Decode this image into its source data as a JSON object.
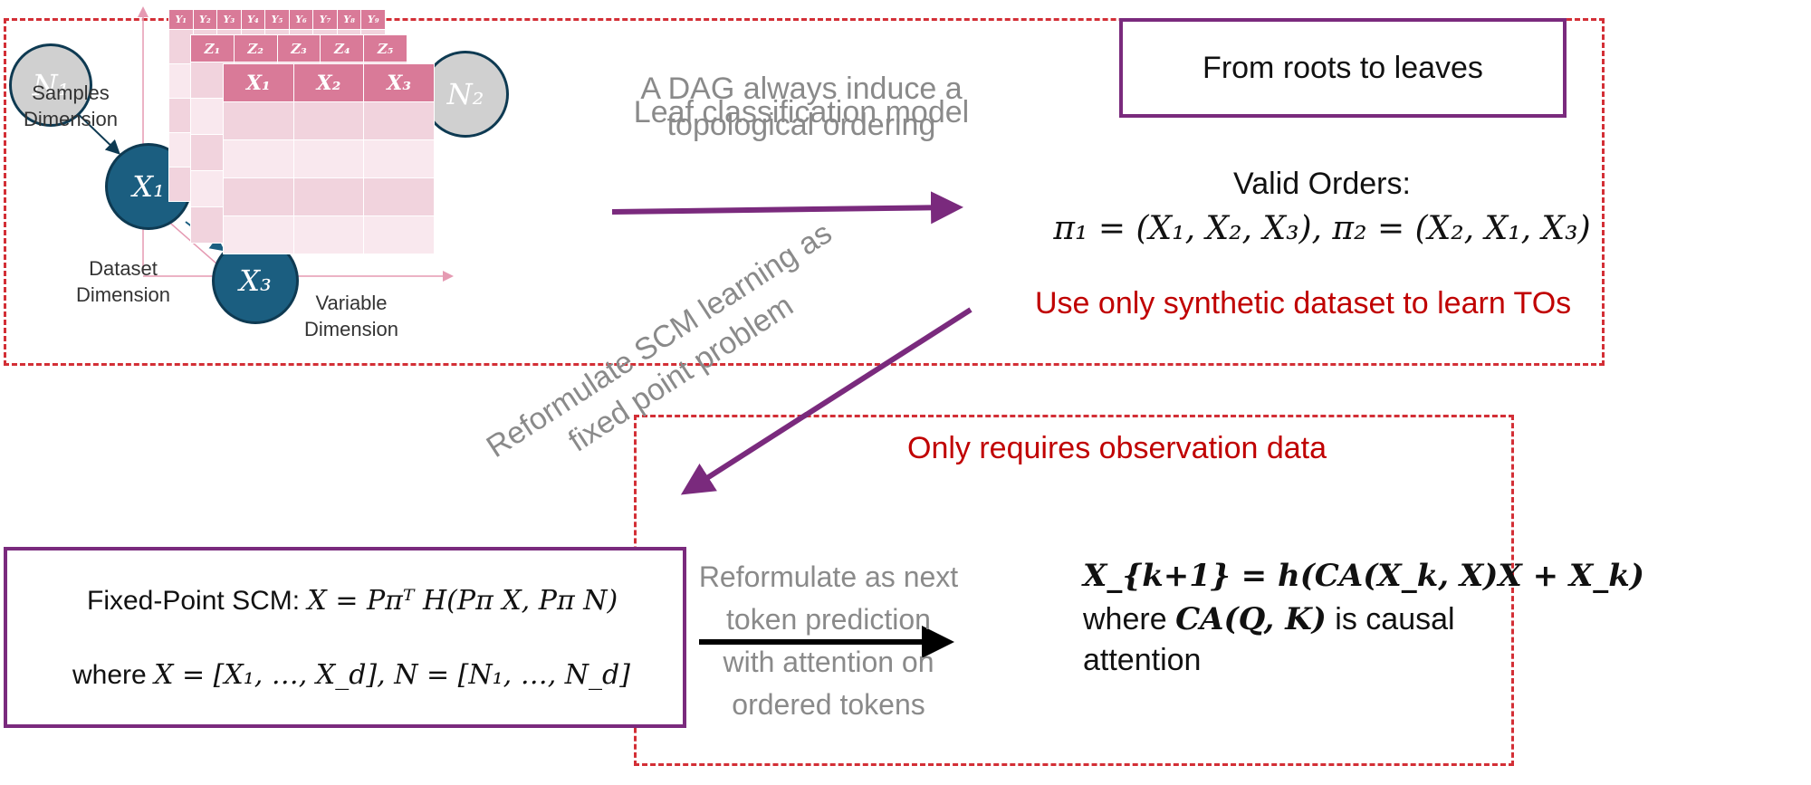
{
  "top_right_box": {
    "title": "From roots to leaves"
  },
  "arrow_top": {
    "label_dag": "A DAG always induce a topological ordering",
    "label_leaf": "Leaf classification model"
  },
  "orders": {
    "title": "Valid Orders:",
    "formula": "π₁ = (X₁, X₂, X₃), π₂ = (X₂, X₁, X₃)",
    "note": "Use only synthetic dataset to learn TOs"
  },
  "diagonal_label": "Reformulate SCM learning as fixed point problem",
  "bottom_right_box": {
    "header": "Only requires observation data"
  },
  "scm_box": {
    "line1_prefix": "Fixed-Point SCM:",
    "line1_formula": "X = Pπᵀ H(Pπ X, Pπ N)",
    "line2_prefix": "where",
    "line2_formula": "X = [X₁, …, X_d], N = [N₁, …, N_d]"
  },
  "next_token": {
    "label": "Reformulate as next token prediction with attention on ordered tokens"
  },
  "attention": {
    "formula": "X_{k+1} = h(CA(X_k, X)X + X_k)",
    "line2_where": "where",
    "line2_formula": "CA(Q, K)",
    "line2_suffix": "is causal",
    "line3": "attention"
  },
  "illustration": {
    "samples_dimension": "Samples Dimension",
    "dataset_dimension": "Dataset Dimension",
    "variable_dimension": "Variable Dimension",
    "nodes": [
      "N₁",
      "X₁",
      "X₃",
      "N₂"
    ],
    "table_back_headers": [
      "Y₁",
      "Y₂",
      "Y₃",
      "Y₄",
      "Y₅",
      "Y₆",
      "Y₇",
      "Y₈",
      "Y₉"
    ],
    "table_mid_headers": [
      "Z₁",
      "Z₂",
      "Z₃",
      "Z₄",
      "Z₅"
    ],
    "table_front_headers": [
      "X₁",
      "X₂",
      "X₃"
    ]
  },
  "colors": {
    "dashed_border": "#d32f36",
    "purple": "#7a2a7d",
    "node_dark": "#1b5e80",
    "table_header": "#d97a98",
    "note_red": "#c00000"
  }
}
